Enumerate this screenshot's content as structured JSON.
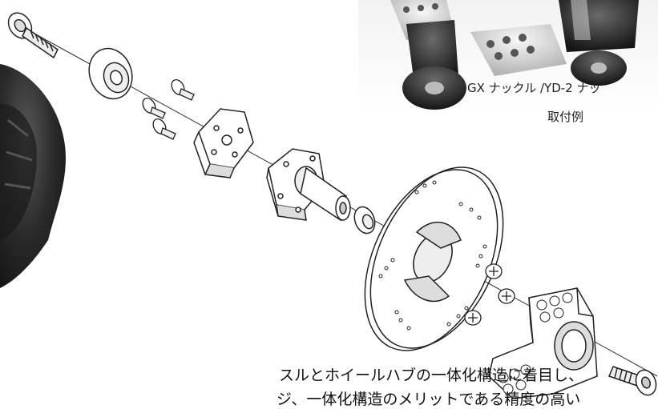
{
  "photo": {
    "caption_line1": "GX ナックル /YD-2 ナッ",
    "caption_line2": "取付例"
  },
  "description": {
    "line1": "スルとホイールハブの一体化構造に着目し、",
    "line2": "ジ、一体化構造のメリットである精度の高い"
  }
}
